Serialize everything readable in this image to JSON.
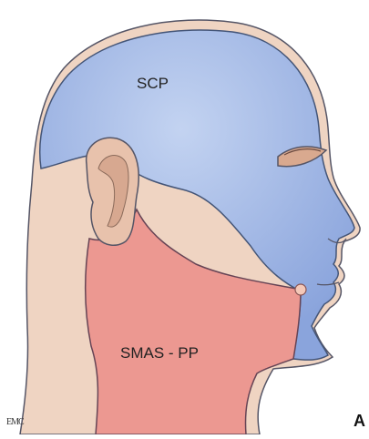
{
  "labels": {
    "superficial_region": "SCP",
    "neck_region": "SMAS - PP",
    "panel_letter": "A",
    "publisher_mark": "EMC"
  },
  "colors": {
    "background": "#ffffff",
    "skin": "#efd4c2",
    "skin_shadow": "#e2bca6",
    "scp_region": "#8ea9e0",
    "scp_highlight": "#b8cbef",
    "smas_region": "#ec9891",
    "outline": "#555566",
    "ear_fill": "#e8c2ac",
    "eye_fill": "#d9a98f",
    "junction_dot": "#f4c8b8"
  }
}
